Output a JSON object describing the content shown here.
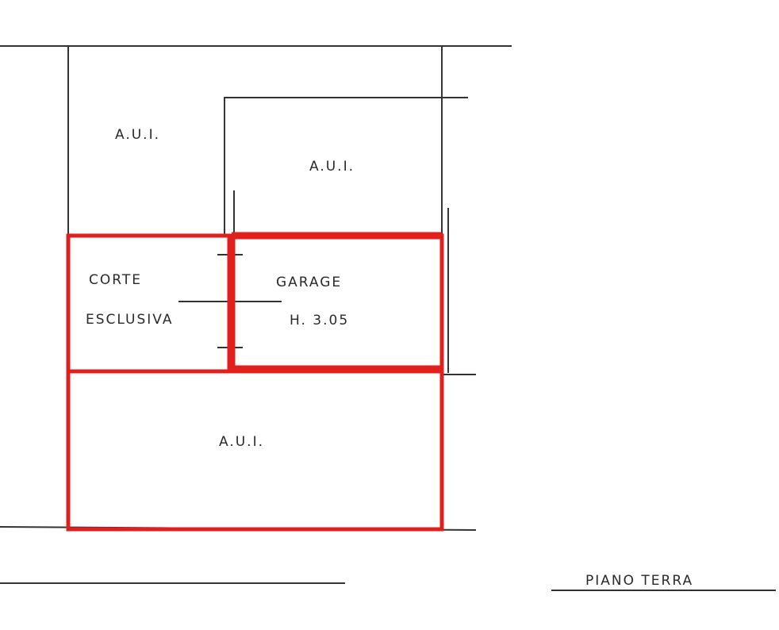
{
  "plan": {
    "rooms": {
      "aui_top_left": "A.U.I.",
      "aui_top_right": "A.U.I.",
      "aui_bottom": "A.U.I.",
      "corte_line1": "CORTE",
      "corte_line2": "ESCLUSIVA",
      "garage_line1": "GARAGE",
      "garage_line2": "H. 3.05"
    },
    "floor_label": "PIANO TERRA",
    "colors": {
      "highlight": "#e0201c",
      "line": "#333333"
    }
  }
}
